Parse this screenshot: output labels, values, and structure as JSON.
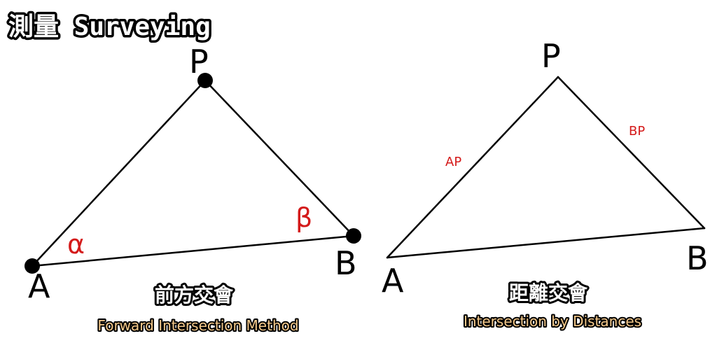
{
  "page_title": "測量 Surveying",
  "forward": {
    "title": "前方交會",
    "subtitle": "Forward Intersection Method",
    "vertex_p": "P",
    "vertex_a": "A",
    "vertex_b": "B",
    "angle_alpha": "α",
    "angle_beta": "β"
  },
  "distance": {
    "title": "距離交會",
    "subtitle": "Intersection by Distances",
    "vertex_p": "P",
    "vertex_a": "A",
    "vertex_b": "B",
    "label_ap": "AP",
    "label_bp": "BP"
  },
  "colors": {
    "line": "#000000",
    "annotation": "#d41a1a",
    "subtitle": "#f5c98a"
  }
}
